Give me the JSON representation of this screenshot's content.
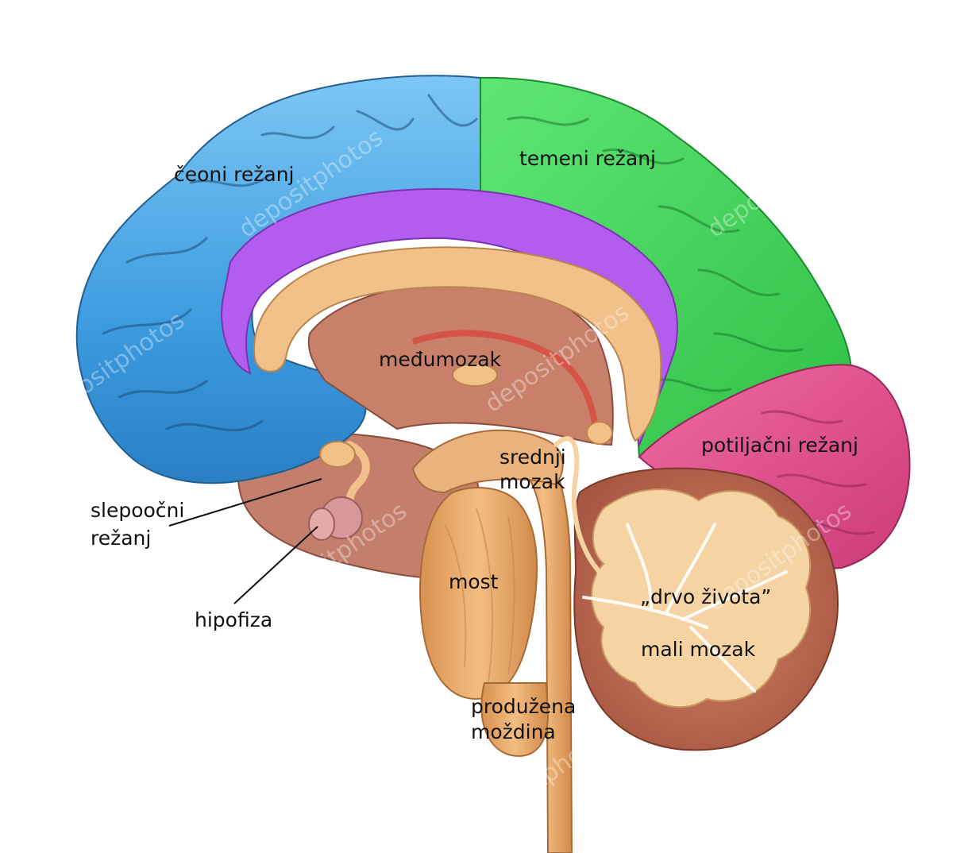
{
  "labels": {
    "frontal": "čeoni režanj",
    "parietal": "temeni režanj",
    "diencephalon": "međumozak",
    "occipital": "potiljačni režanj",
    "midbrain_1": "srednji",
    "midbrain_2": "mozak",
    "temporal_1": "slepoočni",
    "temporal_2": "režanj",
    "pons": "most",
    "tree_of_life": "„drvo života”",
    "pituitary": "hipofiza",
    "cerebellum": "mali mozak",
    "medulla_1": "produžena",
    "medulla_2": "moždina"
  },
  "watermark": "depositphotos",
  "colors": {
    "frontal": "#3f9fe0",
    "frontal_light": "#7cc4f2",
    "parietal": "#42d85a",
    "limbic": "#b35cf0",
    "occipital": "#e2508f",
    "corpus_callosum": "#f2c089",
    "diencephalon": "#c9806a",
    "brainstem": "#e8a868",
    "cerebellum": "#c06b55",
    "tree": "#f5d3a3",
    "temporal": "#c47f6c",
    "outline": "#1a1a1a"
  }
}
